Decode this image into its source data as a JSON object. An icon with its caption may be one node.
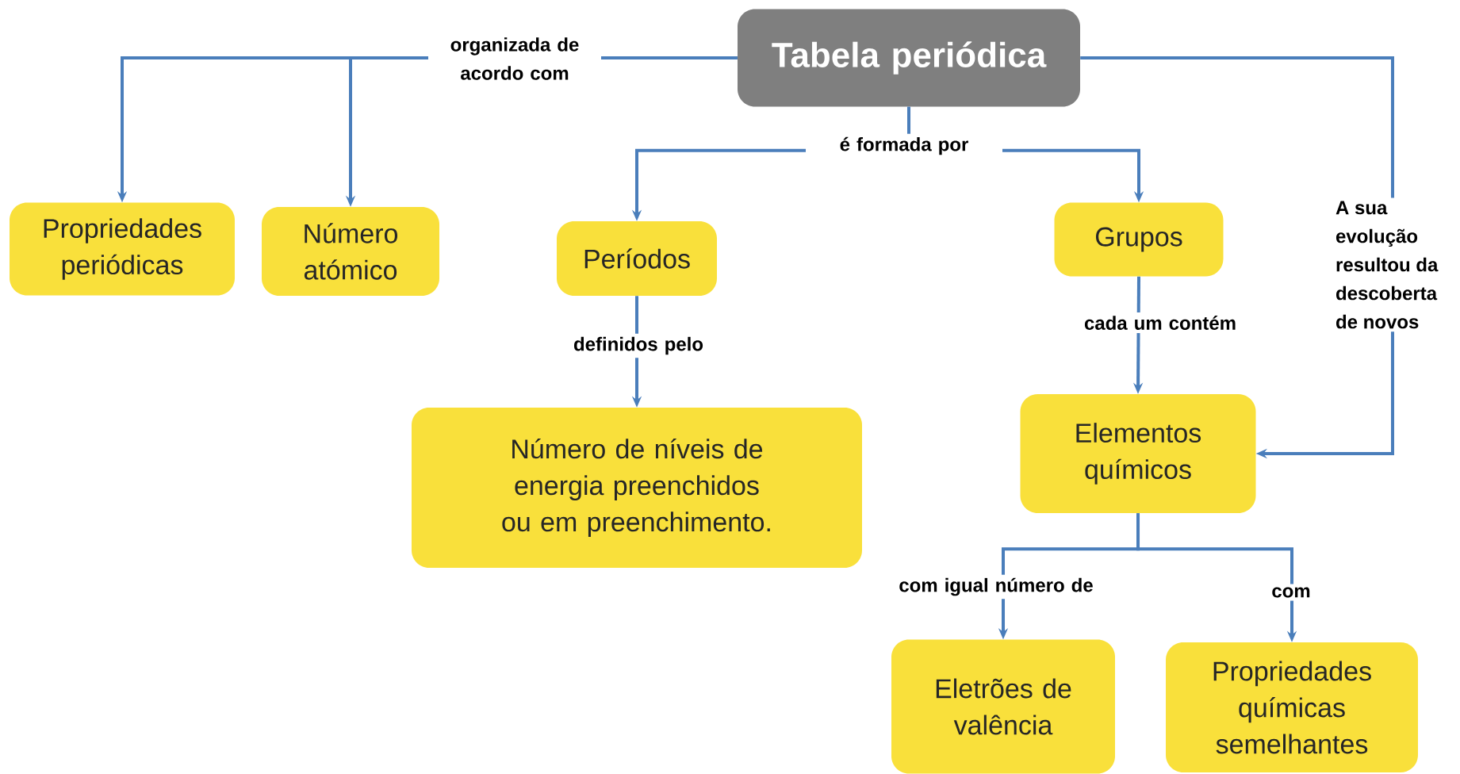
{
  "diagram": {
    "nodes": [
      {
        "text": [
          "Tabela periódica"
        ]
      },
      {
        "text": [
          "Propriedades periódicas"
        ]
      },
      {
        "text": [
          "Número atómico"
        ]
      },
      {
        "text": [
          "Períodos"
        ]
      },
      {
        "text": [
          "Grupos"
        ]
      },
      {
        "text": [
          "Número de níveis de energia preenchidos ou em preenchimento."
        ]
      },
      {
        "text": [
          "Elementos químicos"
        ]
      },
      {
        "text": [
          "Eletrões de valência"
        ]
      },
      {
        "text": [
          "Propriedades químicas semelhantes"
        ]
      }
    ],
    "edges": [
      {
        "from": 0,
        "to": 1,
        "arrow": "to",
        "label": "organizada de acordo com"
      },
      {
        "from": 0,
        "to": 2,
        "arrow": "to"
      },
      {
        "from": 0,
        "to": 3,
        "arrow": "to",
        "label": "é formada por"
      },
      {
        "from": 0,
        "to": 4,
        "arrow": "to"
      },
      {
        "from": 3,
        "to": 5,
        "arrow": "to",
        "label": "definidos pelo"
      },
      {
        "from": 4,
        "to": 6,
        "arrow": "to",
        "label": "cada um contém"
      },
      {
        "from": 0,
        "to": 6,
        "arrow": "to",
        "label": "A sua evolução resultou da descoberta de novos"
      },
      {
        "from": 6,
        "to": 7,
        "arrow": "to",
        "label": "com igual número de"
      },
      {
        "from": 6,
        "to": 8,
        "arrow": "to",
        "label": "com"
      }
    ]
  }
}
